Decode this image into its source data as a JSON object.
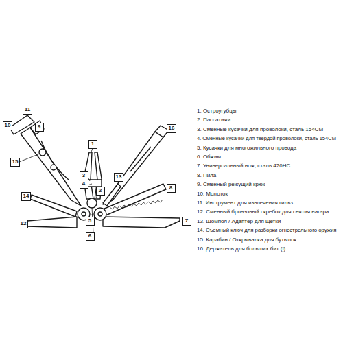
{
  "diagram": {
    "nodes": [
      {
        "text": [
          "11"
        ]
      },
      {
        "text": [
          "10"
        ]
      },
      {
        "text": [
          "9"
        ]
      },
      {
        "text": [
          "1"
        ]
      },
      {
        "text": [
          "16"
        ]
      },
      {
        "text": [
          "15"
        ]
      },
      {
        "text": [
          "3"
        ]
      },
      {
        "text": [
          "4"
        ]
      },
      {
        "text": [
          "2"
        ]
      },
      {
        "text": [
          "13"
        ]
      },
      {
        "text": [
          "8"
        ]
      },
      {
        "text": [
          "14"
        ]
      },
      {
        "text": [
          "12"
        ]
      },
      {
        "text": [
          "5"
        ]
      },
      {
        "text": [
          "6"
        ]
      },
      {
        "text": [
          "7"
        ]
      }
    ],
    "labels": [
      "1. Остроугубцы",
      "2. Пассатижи",
      "3. Сменные кусачки для проволоки, сталь 154CM",
      "4. Сменные кусачки для твердой проволоки, сталь 154CM",
      "5. Кусачки для многожильного провода",
      "6. Обжим",
      "7. Универсальный нож, сталь 420HC",
      "8. Пила",
      "9. Сменный режущий крюк",
      "10. Молоток",
      "11. Инструмент для извлечения гильз",
      "12. Сменный бронзовый скребок для снятия нагара",
      "13. Шомпол / Адаптер для щетки",
      "14. Съемный ключ для разборки огнестрельного оружия",
      "15. Карабин / Открывалка для бутылок",
      "16. Держатель для больших бит (I)"
    ]
  }
}
